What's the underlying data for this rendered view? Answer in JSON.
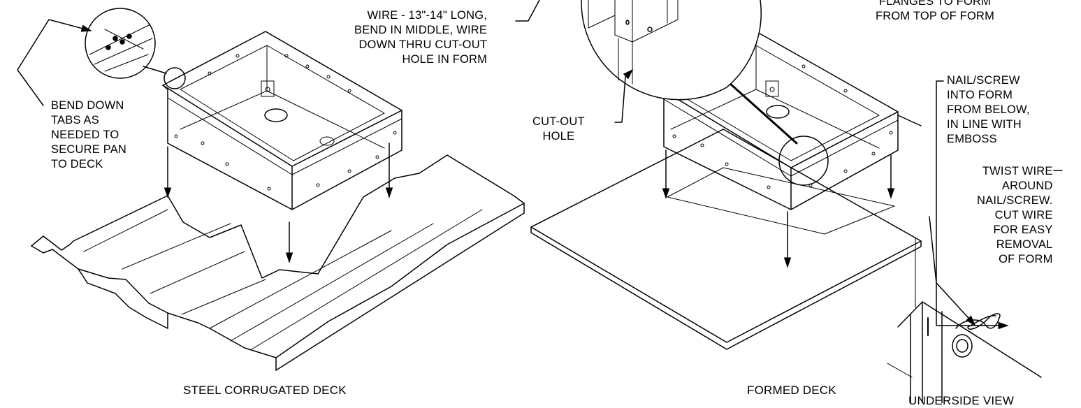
{
  "labels": {
    "wire": "WIRE - 13\"-14\" LONG,\nBEND IN MIDDLE, WIRE\nDOWN THRU CUT-OUT\nHOLE IN FORM",
    "flanges": "FLANGES TO FORM\nFROM TOP OF FORM",
    "bend_tabs": "BEND DOWN\nTABS AS\nNEEDED TO\nSECURE PAN\nTO DECK",
    "cutout": "CUT-OUT\nHOLE",
    "nail_screw": "NAIL/SCREW\nINTO FORM\nFROM BELOW,\nIN LINE WITH\nEMBOSS",
    "twist_wire": "TWIST WIRE\nAROUND\nNAIL/SCREW.\nCUT WIRE\nFOR EASY\nREMOVAL\nOF FORM"
  },
  "captions": {
    "left": "STEEL CORRUGATED DECK",
    "middle": "FORMED DECK",
    "right": "UNDERSIDE VIEW"
  }
}
